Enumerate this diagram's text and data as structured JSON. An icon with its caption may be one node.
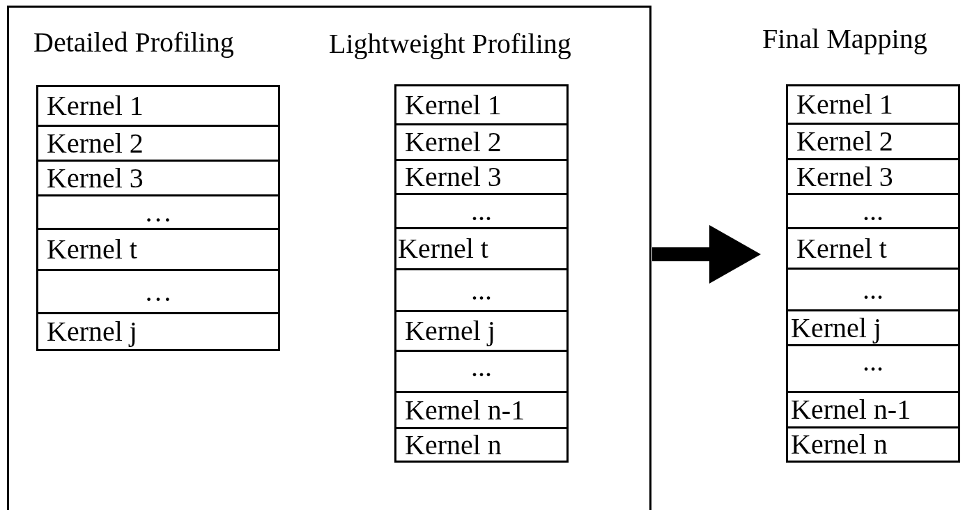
{
  "diagram": {
    "nodes": [
      {
        "text": [],
        "shape": "box"
      },
      {
        "text": [
          "Detailed Profiling"
        ],
        "in": 0
      },
      {
        "text": [
          "Kernel 1"
        ],
        "in": 1
      },
      {
        "text": [
          "Kernel 2"
        ],
        "in": 1
      },
      {
        "text": [
          "Kernel 3"
        ],
        "in": 1
      },
      {
        "text": [
          "…"
        ],
        "in": 1
      },
      {
        "text": [
          "Kernel t"
        ],
        "in": 1
      },
      {
        "text": [
          "…"
        ],
        "in": 1
      },
      {
        "text": [
          "Kernel j"
        ],
        "in": 1
      },
      {
        "text": [
          "Lightweight Profiling"
        ],
        "in": 0
      },
      {
        "text": [
          "Kernel 1"
        ],
        "in": 9
      },
      {
        "text": [
          "Kernel 2"
        ],
        "in": 9
      },
      {
        "text": [
          "Kernel 3"
        ],
        "in": 9
      },
      {
        "text": [
          "..."
        ],
        "in": 9
      },
      {
        "text": [
          "Kernel t"
        ],
        "in": 9
      },
      {
        "text": [
          "..."
        ],
        "in": 9
      },
      {
        "text": [
          "Kernel j"
        ],
        "in": 9
      },
      {
        "text": [
          "..."
        ],
        "in": 9
      },
      {
        "text": [
          "Kernel n-1"
        ],
        "in": 9
      },
      {
        "text": [
          "Kernel n"
        ],
        "in": 9
      },
      {
        "text": [
          "Final Mapping"
        ]
      },
      {
        "text": [
          "Kernel 1"
        ],
        "in": 20
      },
      {
        "text": [
          "Kernel 2"
        ],
        "in": 20
      },
      {
        "text": [
          "Kernel 3"
        ],
        "in": 20
      },
      {
        "text": [
          "..."
        ],
        "in": 20
      },
      {
        "text": [
          "Kernel t"
        ],
        "in": 20
      },
      {
        "text": [
          "..."
        ],
        "in": 20
      },
      {
        "text": [
          "Kernel j"
        ],
        "in": 20
      },
      {
        "text": [
          "..."
        ],
        "in": 20
      },
      {
        "text": [
          "Kernel n-1"
        ],
        "in": 20
      },
      {
        "text": [
          "Kernel n"
        ],
        "in": 20
      }
    ],
    "edges": [
      {
        "from": 0,
        "to": 20,
        "arrow": "to"
      }
    ]
  }
}
